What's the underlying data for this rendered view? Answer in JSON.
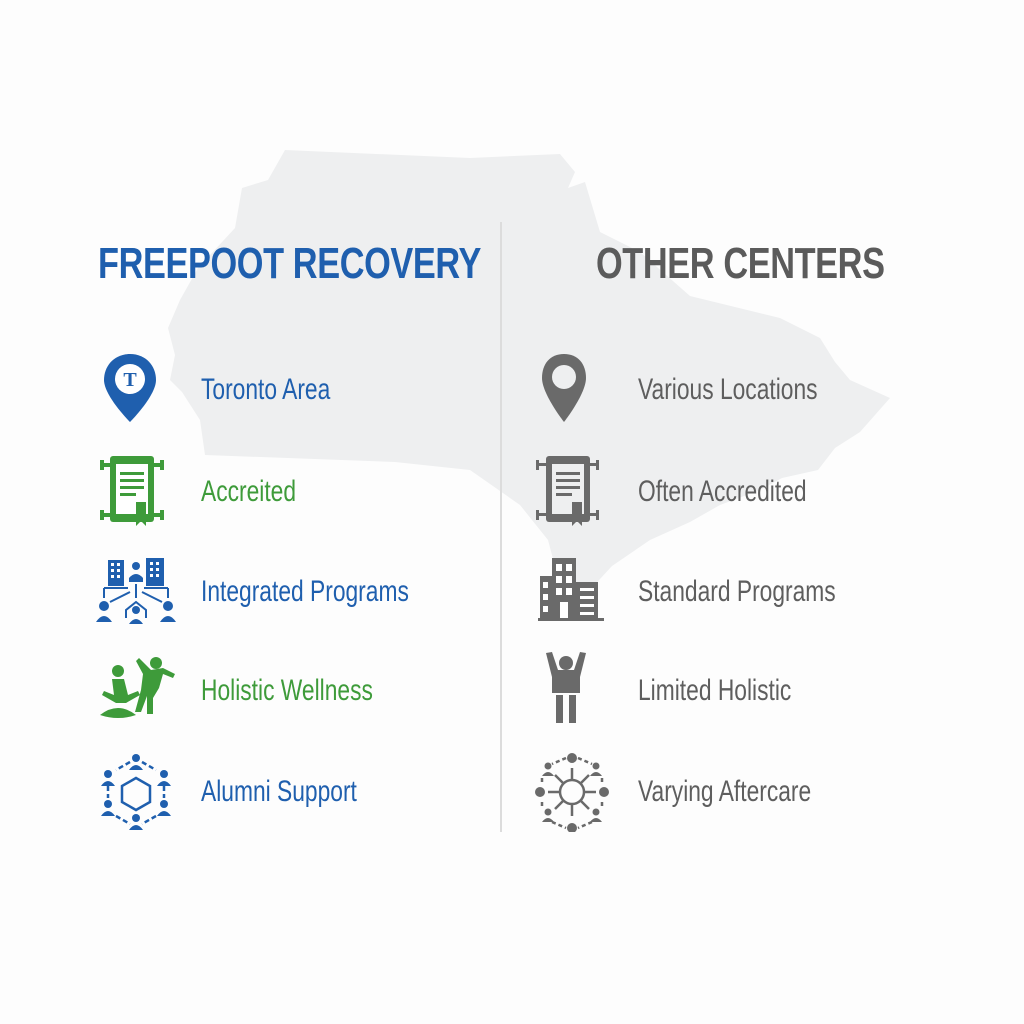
{
  "colors": {
    "brand_blue": "#1f5fae",
    "brand_green": "#3e9b3a",
    "neutral_gray": "#5e5e5e",
    "map_fill": "#eeeff0",
    "divider": "#dcdcdc"
  },
  "left_column": {
    "title": "FREEPOOT RECOVERY",
    "items": [
      {
        "label": "Toronto Area",
        "icon": "map-pin-t-icon",
        "color": "blue"
      },
      {
        "label": "Accreited",
        "icon": "certificate-scroll-icon",
        "color": "green"
      },
      {
        "label": "Integrated Programs",
        "icon": "buildings-people-network-icon",
        "color": "blue"
      },
      {
        "label": "Holistic Wellness",
        "icon": "yoga-dance-figures-icon",
        "color": "green"
      },
      {
        "label": "Alumni Support",
        "icon": "people-hexagon-network-icon",
        "color": "blue"
      }
    ]
  },
  "right_column": {
    "title": "OTHER CENTERS",
    "items": [
      {
        "label": "Various Locations",
        "icon": "map-pin-icon",
        "color": "gray"
      },
      {
        "label": "Often Accredited",
        "icon": "certificate-scroll-icon",
        "color": "gray"
      },
      {
        "label": "Standard Programs",
        "icon": "office-building-icon",
        "color": "gray"
      },
      {
        "label": "Limited Holistic",
        "icon": "person-arms-raised-icon",
        "color": "gray"
      },
      {
        "label": "Varying Aftercare",
        "icon": "hub-network-icon",
        "color": "gray"
      }
    ]
  }
}
